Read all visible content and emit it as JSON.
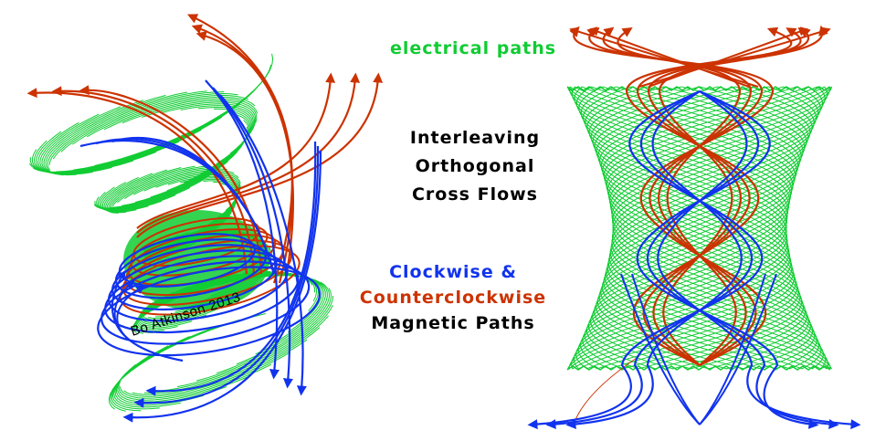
{
  "title": "Interleaving Orthogonal Cross Flows",
  "colors": {
    "electrical": "#11cc33",
    "clockwise": "#1133ee",
    "counterclockwise": "#cc3300",
    "text": "#000000",
    "background": "#ffffff"
  },
  "labels": {
    "electrical_paths": "electrical paths",
    "interleaving": [
      "Interleaving",
      "Orthogonal",
      "Cross Flows"
    ],
    "magnetic": {
      "clockwise": "Clockwise &",
      "counterclockwise": "Counterclockwise",
      "magnetic_paths": "Magnetic Paths"
    },
    "signature": "Bo Atkinson 2013"
  },
  "figures": [
    {
      "name": "left-figure",
      "description": "tilted hourglass vortex with spiraling magnetic paths"
    },
    {
      "name": "right-figure",
      "description": "upright hourglass lattice with crossing helical magnetic paths"
    }
  ]
}
